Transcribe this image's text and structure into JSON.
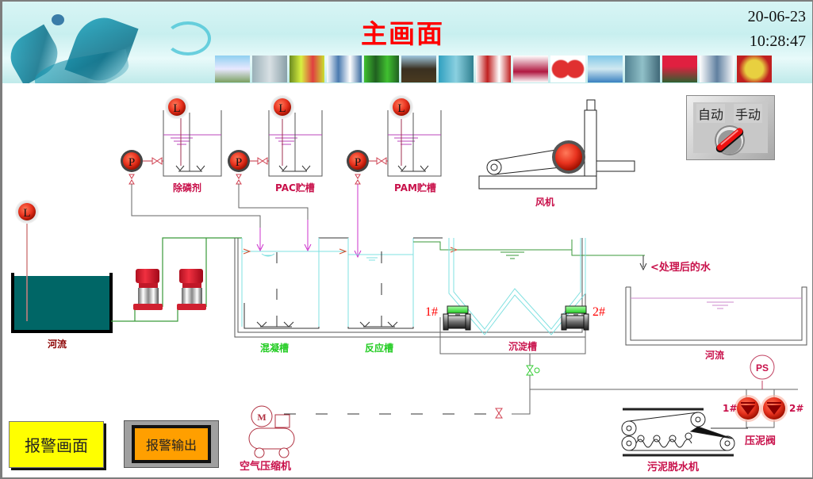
{
  "header": {
    "title": "主画面",
    "date": "20-06-23",
    "time": "10:28:47"
  },
  "mode_switch": {
    "auto_label": "自动",
    "manual_label": "手动",
    "state": "manual"
  },
  "tanks": {
    "phosphorus_remover": "除磷剂",
    "pac_tank": "PAC贮槽",
    "pam_tank": "PAM贮槽",
    "coagulation_tank": "混凝槽",
    "reaction_tank": "反应槽",
    "sedimentation_tank": "沉淀槽",
    "river_source": "河流",
    "river_outlet": "河流"
  },
  "equipment": {
    "blower": "风机",
    "air_compressor": "空气压缩机",
    "sludge_dewatering_machine": "污泥脱水机",
    "sludge_press_valve": "压泥阀",
    "treated_water": "<处理后的水",
    "valve_1": "1#",
    "valve_2": "2#",
    "press_valve_1": "1#",
    "press_valve_2": "2#",
    "pressure_switch": "PS",
    "level_symbol": "L",
    "pump_symbol": "P",
    "motor_symbol": "M"
  },
  "buttons": {
    "alarm_screen": "报警画面",
    "alarm_output": "报警输出"
  },
  "colors": {
    "title_red": "#ff0000",
    "label_crimson": "#c8104a",
    "label_green": "#22cc22",
    "water_cyan": "#7fe0e0",
    "pipe_green": "#3a9a3a",
    "dosing_magenta": "#cc33cc",
    "river_tank_fill": "#006666",
    "alarm_yellow": "#ffff00",
    "alarm_orange": "#ff9f00",
    "indicator_red": "#e8321e",
    "valve_green": "#33ee33"
  }
}
